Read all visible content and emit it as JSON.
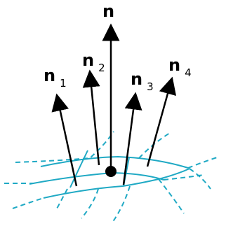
{
  "labels": {
    "n": "n",
    "n1": {
      "base": "n",
      "sub": "1"
    },
    "n2": {
      "base": "n",
      "sub": "2"
    },
    "n3": {
      "base": "n",
      "sub": "3"
    },
    "n4": {
      "base": "n",
      "sub": "4"
    }
  },
  "colors": {
    "mesh": "#1fa9c4",
    "arrows": "#000000"
  }
}
